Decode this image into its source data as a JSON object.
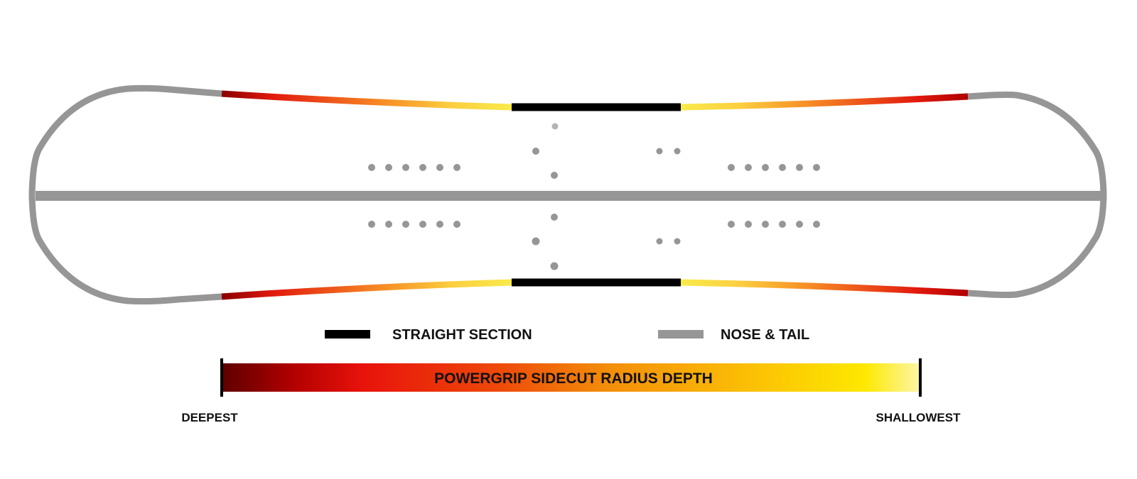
{
  "legend": {
    "straight_section_label": "STRAIGHT SECTION",
    "nose_tail_label": "NOSE & TAIL"
  },
  "scale": {
    "title": "POWERGRIP SIDECUT RADIUS DEPTH",
    "left_label": "DEEPEST",
    "right_label": "SHALLOWEST"
  },
  "colors": {
    "outline_gray": "#969696",
    "straight_black": "#000000",
    "deep_red": "#5e0000",
    "red": "#e8120b",
    "orange": "#f5a81c",
    "yellow": "#f9ea4a",
    "light_yellow": "#fdf6a8"
  }
}
